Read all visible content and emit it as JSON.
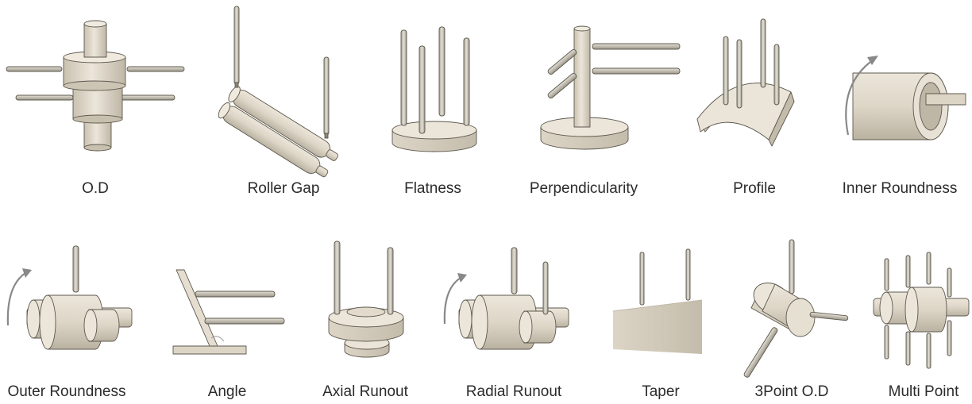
{
  "items": [
    {
      "id": "od",
      "label": "O.D",
      "icon": "od-cylinder-probes-icon"
    },
    {
      "id": "roller-gap",
      "label": "Roller Gap",
      "icon": "roller-gap-icon"
    },
    {
      "id": "flatness",
      "label": "Flatness",
      "icon": "flatness-plate-probes-icon"
    },
    {
      "id": "perpendicularity",
      "label": "Perpendicularity",
      "icon": "perpendicularity-post-icon"
    },
    {
      "id": "profile",
      "label": "Profile",
      "icon": "profile-arch-icon"
    },
    {
      "id": "inner-roundness",
      "label": "Inner Roundness",
      "icon": "inner-roundness-tube-icon"
    },
    {
      "id": "outer-roundness",
      "label": "Outer Roundness",
      "icon": "outer-roundness-shaft-icon"
    },
    {
      "id": "angle",
      "label": "Angle",
      "icon": "angle-bracket-icon"
    },
    {
      "id": "axial-runout",
      "label": "Axial Runout",
      "icon": "axial-runout-disc-icon"
    },
    {
      "id": "radial-runout",
      "label": "Radial Runout",
      "icon": "radial-runout-shaft-icon"
    },
    {
      "id": "taper",
      "label": "Taper",
      "icon": "taper-block-icon"
    },
    {
      "id": "3point-od",
      "label": "3Point O.D",
      "icon": "three-point-od-icon"
    },
    {
      "id": "multi-point",
      "label": "Multi Point",
      "icon": "multi-point-shaft-icon"
    }
  ],
  "colors": {
    "part_fill": "#e3ddd0",
    "part_side": "#cbc3b2",
    "part_top": "#f0ebe0",
    "outline": "#5d584e",
    "probe_fill": "#cfcabd",
    "probe_tip": "#8a857a",
    "arrow": "#888888",
    "label_text": "#2b2b2b"
  }
}
